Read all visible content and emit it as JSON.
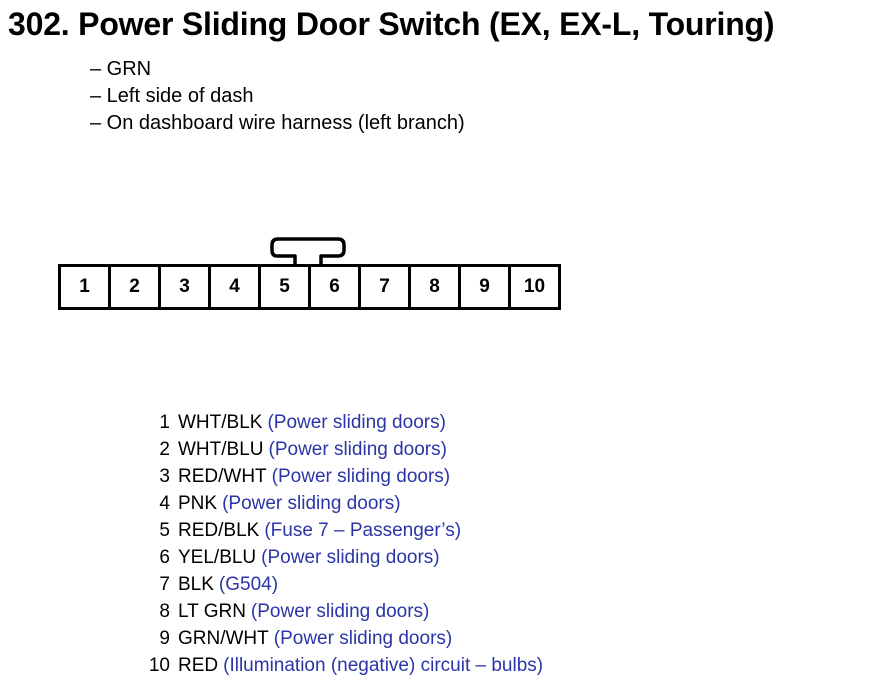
{
  "title": "302. Power Sliding Door Switch (EX, EX-L, Touring)",
  "notes": [
    "– GRN",
    "– Left side of dash",
    "– On dashboard wire harness (left branch)"
  ],
  "connector": {
    "cavities": [
      "1",
      "2",
      "3",
      "4",
      "5",
      "6",
      "7",
      "8",
      "9",
      "10"
    ]
  },
  "pins": [
    {
      "num": "1",
      "wire": "WHT/BLK",
      "desc": "(Power sliding doors)"
    },
    {
      "num": "2",
      "wire": "WHT/BLU",
      "desc": "(Power sliding doors)"
    },
    {
      "num": "3",
      "wire": "RED/WHT",
      "desc": "(Power sliding doors)"
    },
    {
      "num": "4",
      "wire": "PNK",
      "desc": "(Power sliding doors)"
    },
    {
      "num": "5",
      "wire": "RED/BLK",
      "desc": "(Fuse 7 – Passenger’s)"
    },
    {
      "num": "6",
      "wire": "YEL/BLU",
      "desc": "(Power sliding doors)"
    },
    {
      "num": "7",
      "wire": "BLK",
      "desc": "(G504)"
    },
    {
      "num": "8",
      "wire": "LT GRN",
      "desc": "(Power sliding doors)"
    },
    {
      "num": "9",
      "wire": "GRN/WHT",
      "desc": "(Power sliding doors)"
    },
    {
      "num": "10",
      "wire": "RED",
      "desc": "(Illumination (negative) circuit – bulbs)"
    }
  ],
  "colors": {
    "description_text": "#2b35a8",
    "text": "#000000"
  }
}
